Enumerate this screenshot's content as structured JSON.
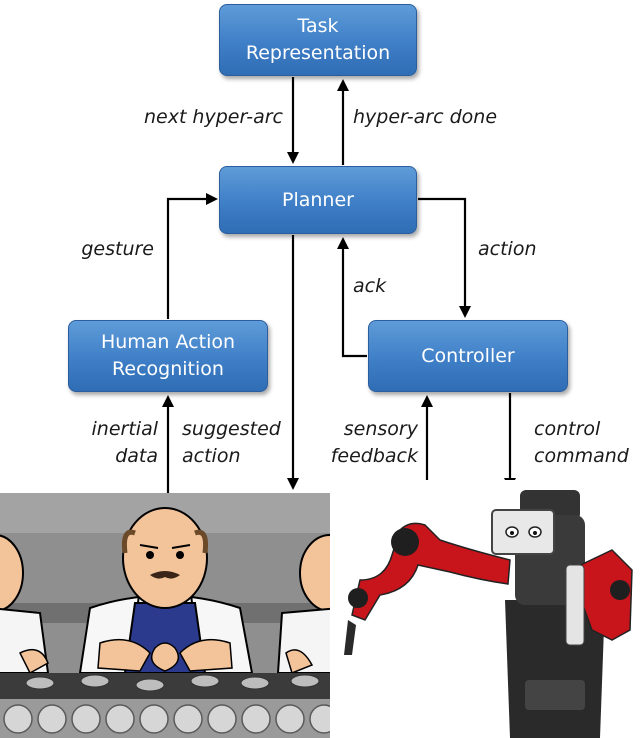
{
  "nodes": {
    "task_representation": {
      "line1": "Task",
      "line2": "Representation"
    },
    "planner": {
      "label": "Planner"
    },
    "human_action_recognition": {
      "line1": "Human Action",
      "line2": "Recognition"
    },
    "controller": {
      "label": "Controller"
    }
  },
  "edges": {
    "next_hyper_arc": "next hyper-arc",
    "hyper_arc_done": "hyper-arc done",
    "gesture": "gesture",
    "action": "action",
    "ack": "ack",
    "inertial_data": {
      "line1": "inertial",
      "line2": "data"
    },
    "suggested_action": {
      "line1": "suggested",
      "line2": "action"
    },
    "sensory_feedback": {
      "line1": "sensory",
      "line2": "feedback"
    },
    "control_command": {
      "line1": "control",
      "line2": "command"
    }
  },
  "colors": {
    "box_fill": "#3f7fc7",
    "box_border": "#2b5e9e",
    "robot_red": "#c8141b"
  },
  "icons": {
    "worker_illustration": "factory-workers-cartoon",
    "robot_photo": "baxter-robot"
  }
}
